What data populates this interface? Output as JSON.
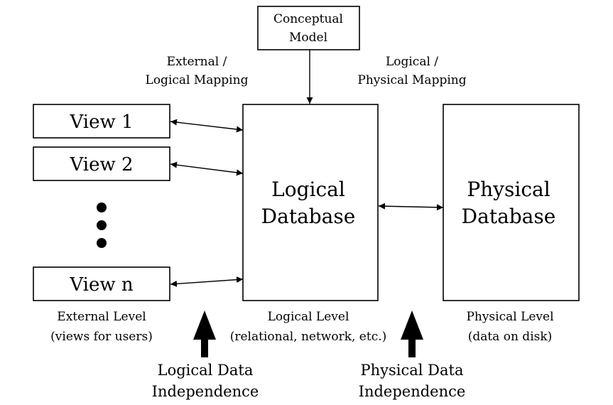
{
  "conceptual_model": {
    "line1": "Conceptual",
    "line2": "Model"
  },
  "external_mapping": {
    "line1": "External /",
    "line2": "Logical Mapping"
  },
  "physical_mapping": {
    "line1": "Logical /",
    "line2": "Physical Mapping"
  },
  "views": [
    "View 1",
    "View 2",
    "View n"
  ],
  "logical_db": {
    "line1": "Logical",
    "line2": "Database"
  },
  "physical_db": {
    "line1": "Physical",
    "line2": "Database"
  },
  "external_level": {
    "line1": "External Level",
    "line2": "(views for users)"
  },
  "logical_level": {
    "line1": "Logical Level",
    "line2": "(relational, network, etc.)"
  },
  "physical_level": {
    "line1": "Physical Level",
    "line2": "(data on disk)"
  },
  "logical_independence": {
    "line1": "Logical Data",
    "line2": "Independence"
  },
  "physical_independence": {
    "line1": "Physical Data",
    "line2": "Independence"
  }
}
